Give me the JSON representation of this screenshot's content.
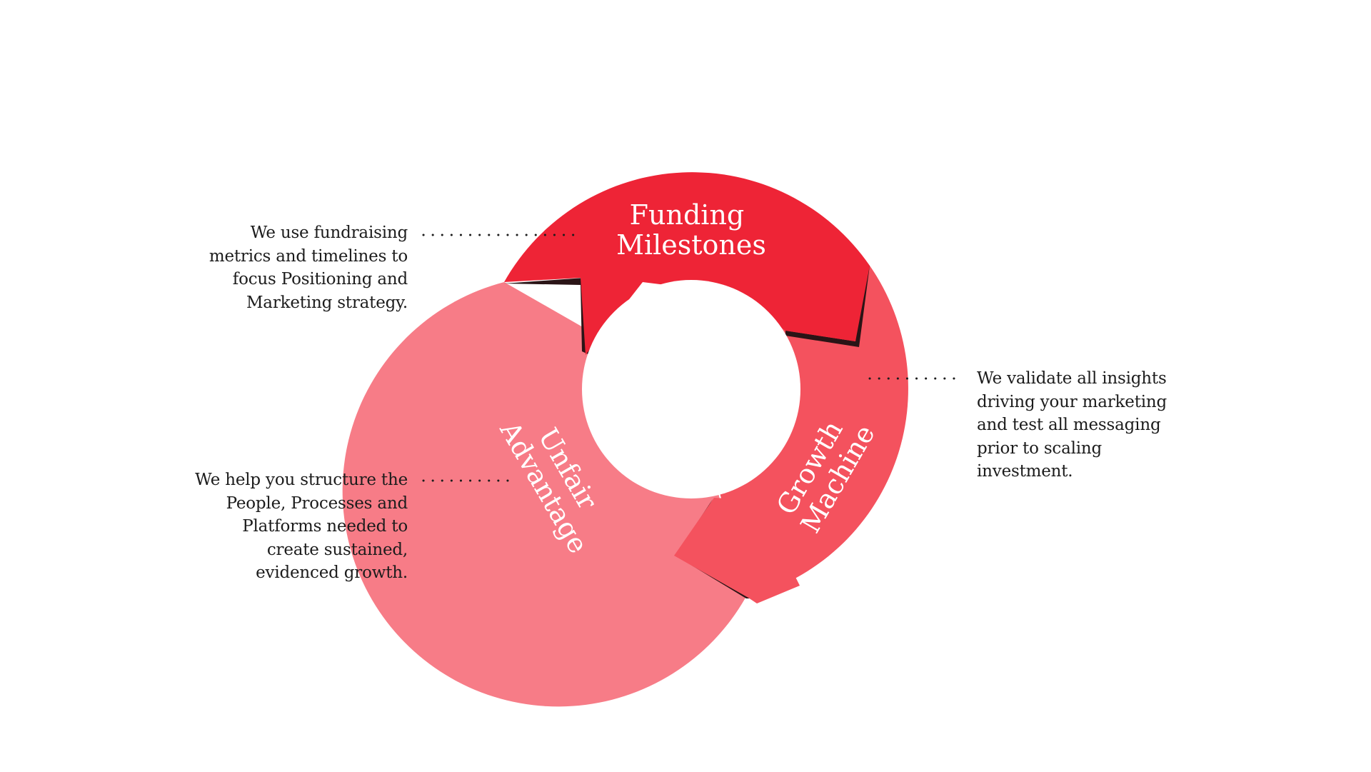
{
  "segments": [
    {
      "id": "funding",
      "label_lines": [
        "Funding",
        "Milestones"
      ],
      "color": "#ee2436",
      "description_lines": [
        "We use fundraising",
        "metrics and timelines to",
        "focus Positioning and",
        "Marketing strategy."
      ]
    },
    {
      "id": "growth",
      "label_lines": [
        "Growth",
        "Machine"
      ],
      "color": "#f4525e",
      "description_lines": [
        "We validate all insights",
        "driving your marketing",
        "and test all messaging",
        "prior to scaling",
        "investment."
      ]
    },
    {
      "id": "unfair",
      "label_lines": [
        "Unfair",
        "Advantage"
      ],
      "color": "#f77c87",
      "description_lines": [
        "We help you structure the",
        "People, Processes and",
        "Platforms needed to",
        "create sustained,",
        "evidenced growth."
      ]
    }
  ],
  "colors": {
    "background": "#ffffff",
    "text": "#1c1c1c",
    "label_text": "#ffffff",
    "shadow": "#2a1416"
  }
}
